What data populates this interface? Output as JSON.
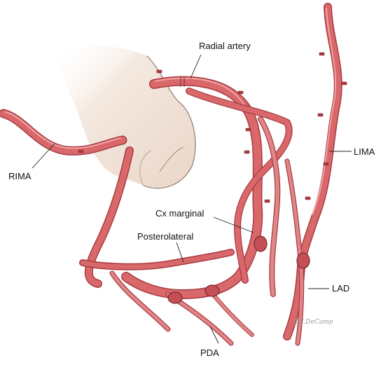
{
  "labels": {
    "radial_artery": "Radial artery",
    "rima": "RIMA",
    "lima": "LIMA",
    "cx_marginal": "Cx marginal",
    "posterolateral": "Posterolateral",
    "lad": "LAD",
    "pda": "PDA"
  },
  "signature": "©C.DeCamp",
  "colors": {
    "vessel": "#d9686b",
    "vessel_dark": "#a83c42",
    "vessel_light": "#f2a2a2",
    "aorta": "#f1e2d6",
    "aorta_edge": "#8c7c70",
    "label_text": "#111111"
  }
}
